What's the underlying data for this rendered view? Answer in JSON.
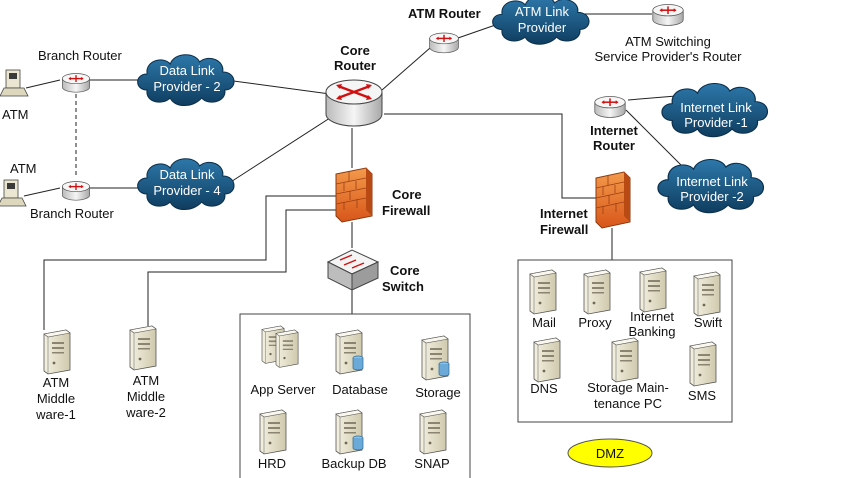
{
  "atm_router": {
    "label": "ATM Router"
  },
  "atm_link_cloud": {
    "line1": "ATM Link",
    "line2": "Provider"
  },
  "atm_switching_router": {
    "line1": "ATM Switching",
    "line2": "Service Provider's Router"
  },
  "branch_router_top": {
    "label": "Branch Router"
  },
  "branch_router_bottom": {
    "label": "Branch Router"
  },
  "atm_top": {
    "label": "ATM"
  },
  "atm_bottom": {
    "label": "ATM"
  },
  "data_link_2": {
    "line1": "Data Link",
    "line2": "Provider - 2"
  },
  "data_link_4": {
    "line1": "Data Link",
    "line2": "Provider - 4"
  },
  "core_router": {
    "line1": "Core",
    "line2": "Router"
  },
  "core_firewall": {
    "line1": "Core",
    "line2": "Firewall"
  },
  "core_switch": {
    "line1": "Core",
    "line2": "Switch"
  },
  "internet_router": {
    "line1": "Internet",
    "line2": "Router"
  },
  "internet_link_1": {
    "line1": "Internet Link",
    "line2": "Provider -1"
  },
  "internet_link_2": {
    "line1": "Internet Link",
    "line2": "Provider -2"
  },
  "internet_firewall": {
    "line1": "Internet",
    "line2": "Firewall"
  },
  "middleware_1": {
    "line1": "ATM",
    "line2": "Middle",
    "line3": "ware-1"
  },
  "middleware_2": {
    "line1": "ATM",
    "line2": "Middle",
    "line3": "ware-2"
  },
  "server_group": {
    "app_server": "App Server",
    "database": "Database",
    "storage": "Storage",
    "hrd": "HRD",
    "backup_db": "Backup DB",
    "snap": "SNAP"
  },
  "dmz_group": {
    "mail": "Mail",
    "proxy": "Proxy",
    "internet_banking_1": "Internet",
    "internet_banking_2": "Banking",
    "swift": "Swift",
    "dns": "DNS",
    "storage_maint_1": "Storage Main-",
    "storage_maint_2": "tenance PC",
    "sms": "SMS"
  },
  "dmz_badge": {
    "label": "DMZ"
  },
  "colors": {
    "cloud": "#1b5a86",
    "router_top": "#f2f2f2",
    "router_arrow": "#d01010",
    "firewall": "#e8702a",
    "server": "#ede9d6",
    "dmz_badge": "#ffff00"
  }
}
